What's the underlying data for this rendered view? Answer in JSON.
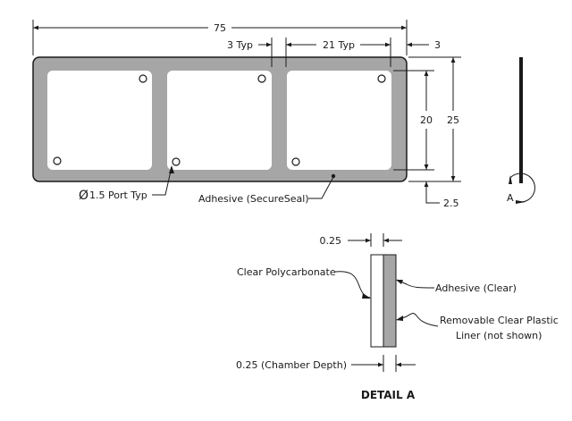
{
  "drawing": {
    "colors": {
      "adhesive_gray": "#a6a6a6",
      "line": "#1a1a1a",
      "window": "#ffffff"
    },
    "dimensions": {
      "overall_length": "75",
      "wall_typ": "3 Typ",
      "window_width_typ": "21 Typ",
      "end_margin": "3",
      "window_height": "20",
      "overall_height": "25",
      "bottom_margin": "2.5"
    },
    "callouts": {
      "port_symbol": "Ø",
      "port": "1.5 Port Typ",
      "adhesive": "Adhesive (SecureSeal)"
    },
    "section_marker": {
      "label": "A"
    },
    "detail_a": {
      "title": "DETAIL A",
      "top_dim": "0.25",
      "bottom_dim": "0.25 (Chamber Depth)",
      "layer_left": "Clear Polycarbonate",
      "layer_right": "Adhesive (Clear)",
      "liner_line1": "Removable Clear Plastic",
      "liner_line2": "Liner (not shown)"
    }
  }
}
